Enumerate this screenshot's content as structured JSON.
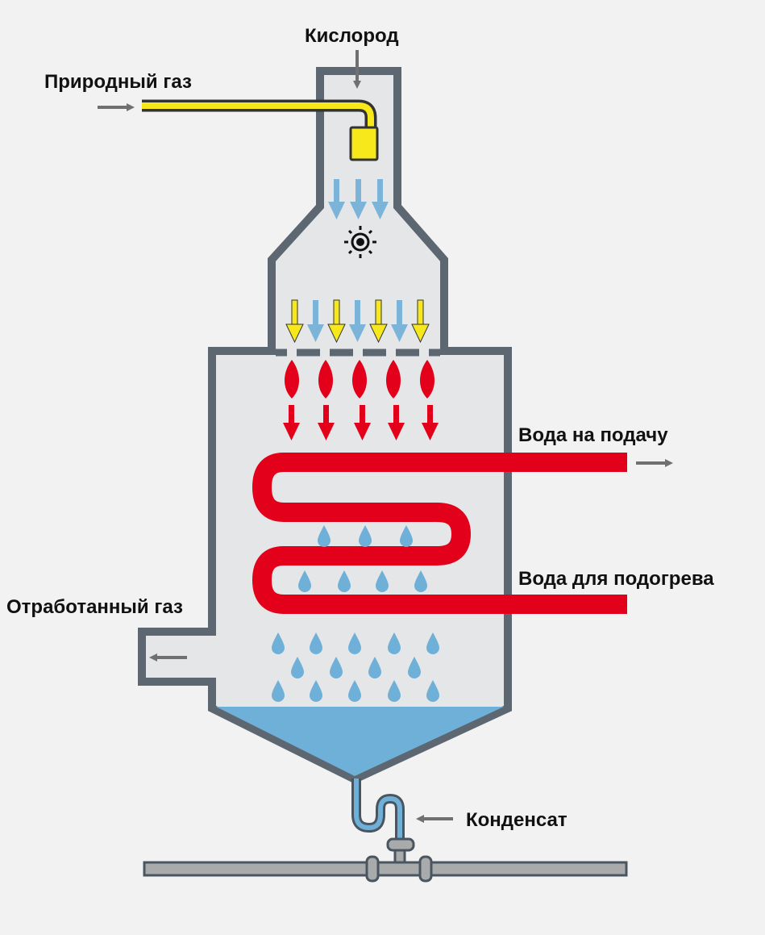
{
  "labels": {
    "oxygen": "Кислород",
    "natural_gas": "Природный газ",
    "water_supply": "Вода на подачу",
    "water_heating": "Вода для подогрева",
    "exhaust_gas": "Отработанный газ",
    "condensate": "Конденсат"
  },
  "colors": {
    "background": "#f2f2f2",
    "wall": "#5d6772",
    "chamber_fill": "#e5e6e8",
    "gas_yellow": "#f7e81c",
    "air_blue": "#7cb3d8",
    "flame_red": "#e2001a",
    "water_blue": "#6fb0d8",
    "arrow_gray": "#707070",
    "pipe_gray": "#a8aaac"
  },
  "icons": [
    "burner-icon",
    "flame-icon",
    "droplet-icon",
    "arrow-icon"
  ]
}
